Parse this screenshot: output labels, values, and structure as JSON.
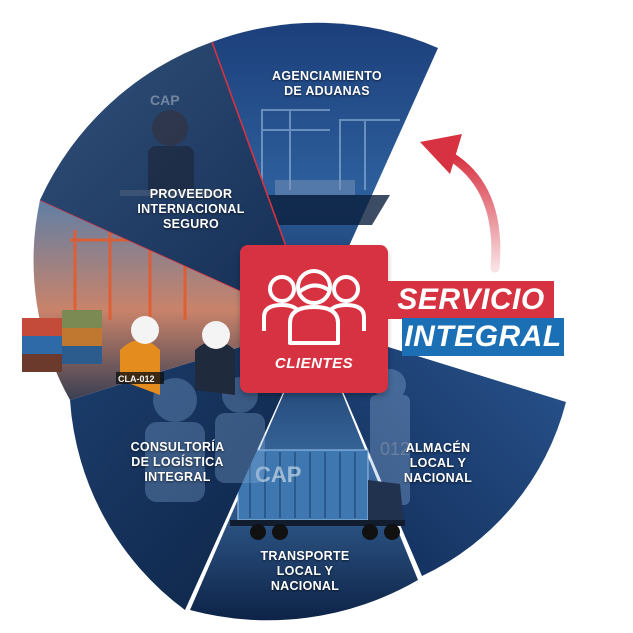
{
  "segments": [
    {
      "id": "aduanas",
      "lines": [
        "AGENCIAMIENTO",
        "DE ADUANAS"
      ]
    },
    {
      "id": "almacen",
      "lines": [
        "ALMACÉN",
        "LOCAL Y",
        "NACIONAL"
      ]
    },
    {
      "id": "transporte",
      "lines": [
        "TRANSPORTE",
        "LOCAL Y",
        "NACIONAL"
      ]
    },
    {
      "id": "consultoria",
      "lines": [
        "CONSULTORÍA",
        "DE LOGÍSTICA",
        "INTEGRAL"
      ]
    },
    {
      "id": "proveedor",
      "lines": [
        "PROVEEDOR",
        "INTERNACIONAL",
        "SEGURO"
      ]
    }
  ],
  "center": {
    "label": "CLIENTES",
    "icon": "people-group-icon"
  },
  "banner": {
    "line1": "SERVICIO",
    "line2": "INTEGRAL"
  },
  "watermark": {
    "text": "CAP"
  },
  "colors": {
    "red": "#d73241",
    "blue": "#1b6fb5",
    "navy": "#0f2a55"
  }
}
